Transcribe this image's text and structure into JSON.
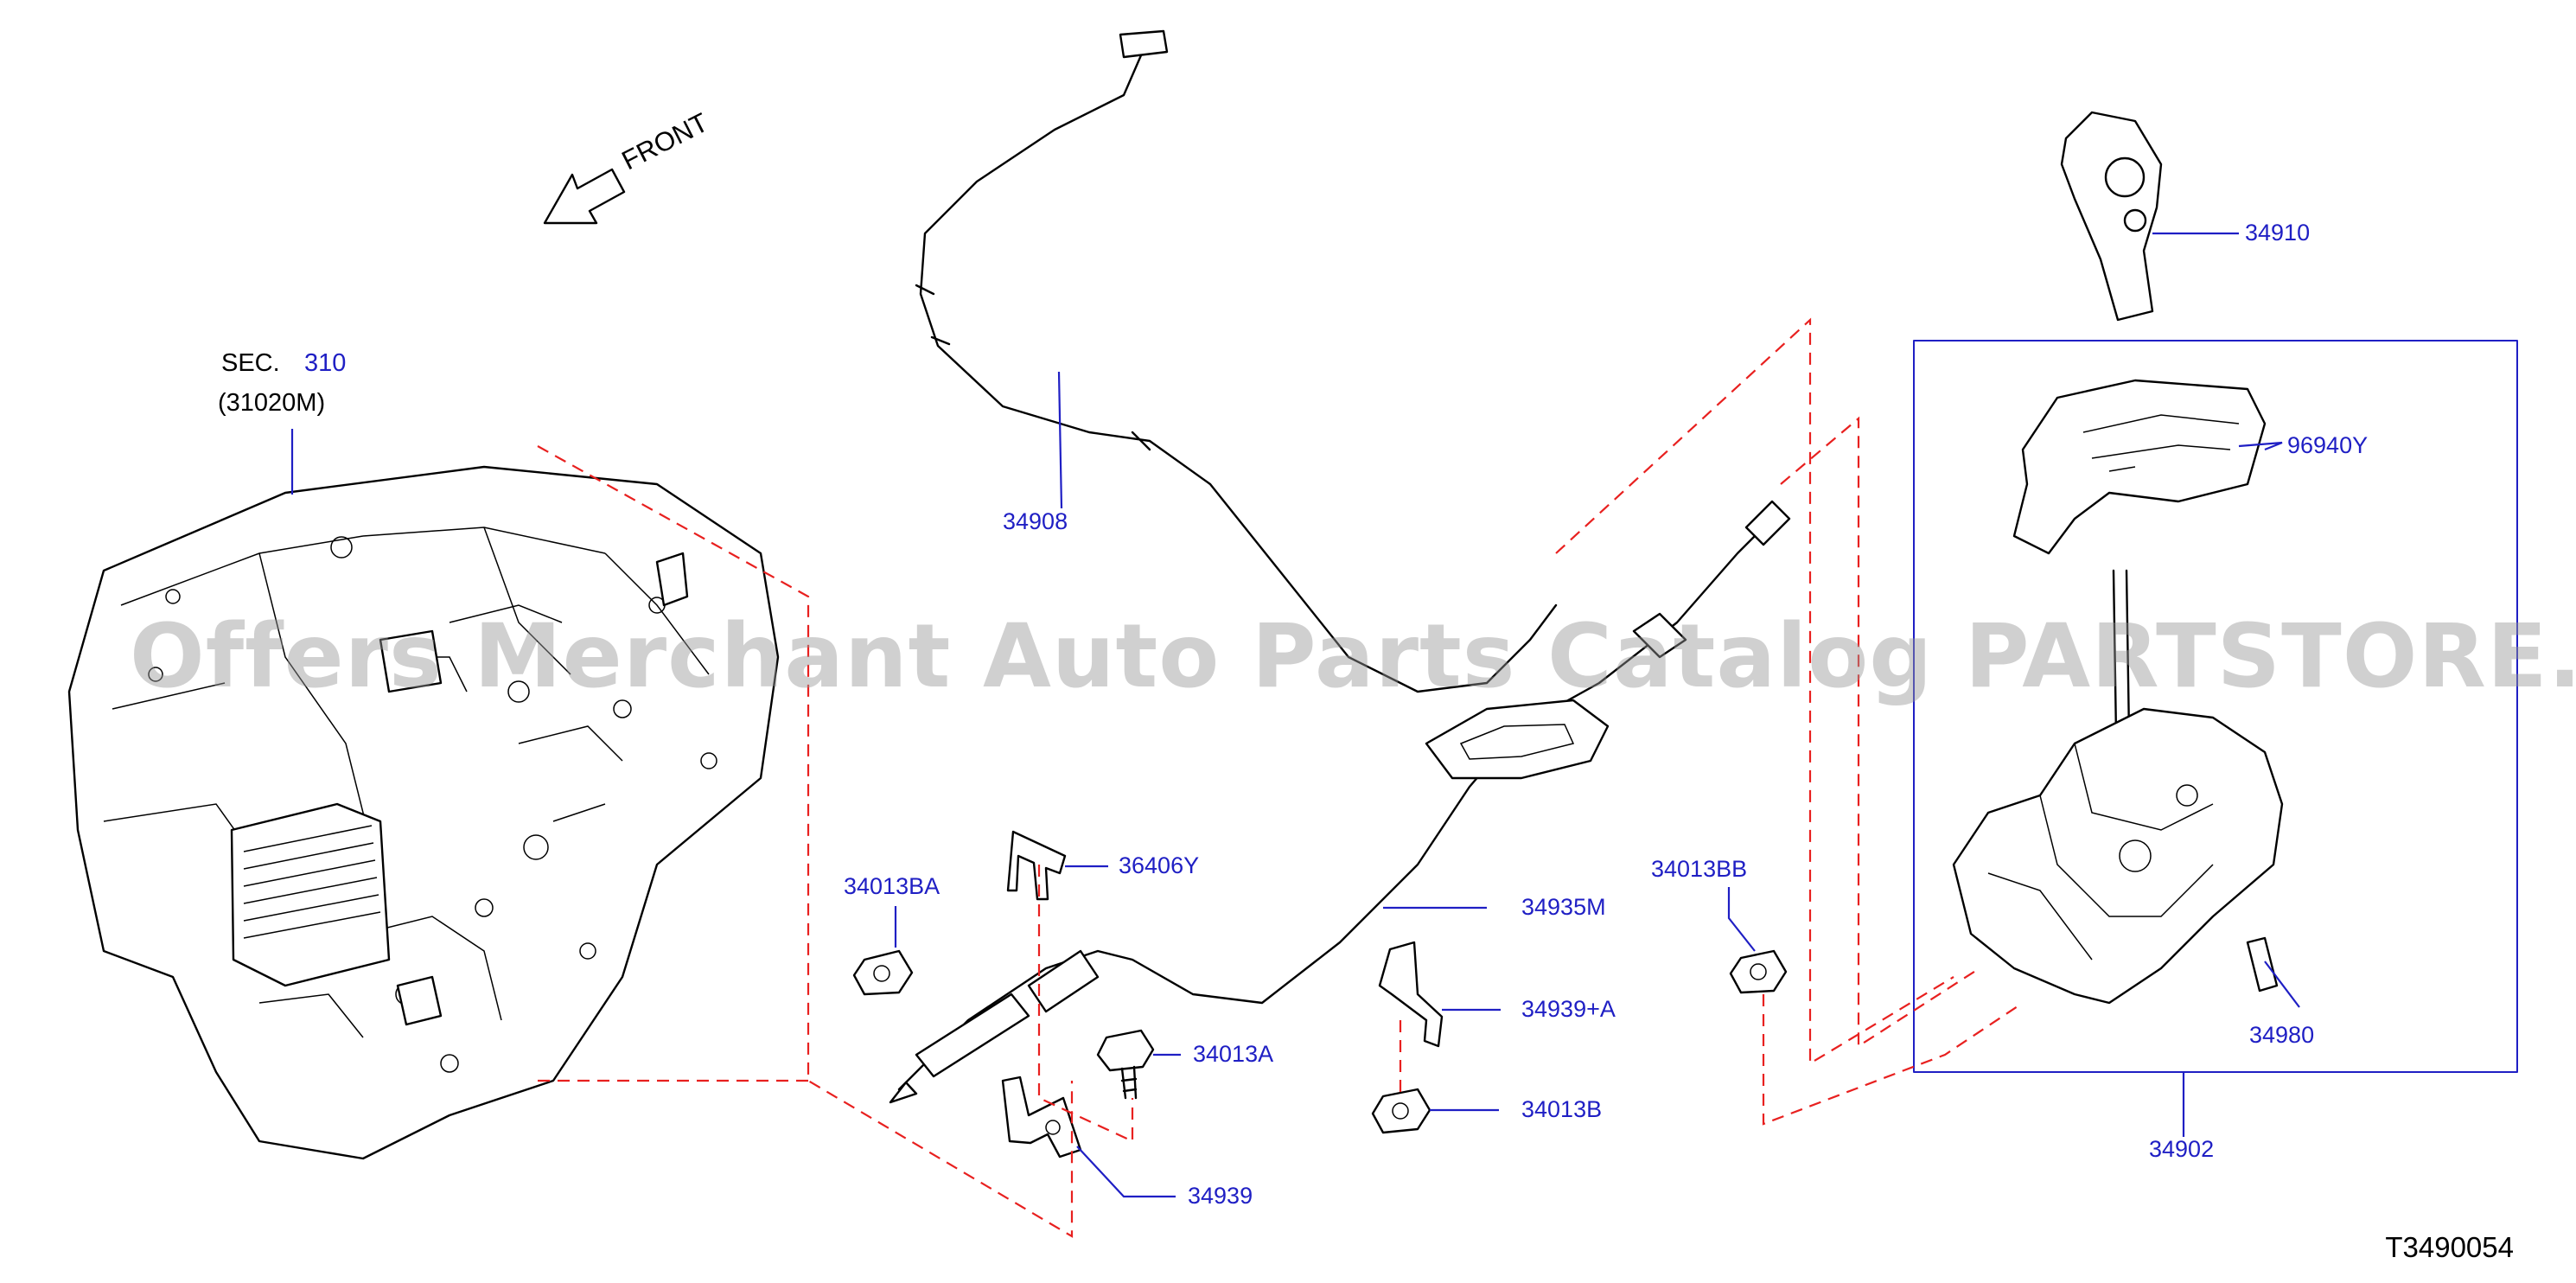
{
  "watermark": "Offers Merchant Auto Parts Catalog PARTSTORE.SA",
  "front_label": "FRONT",
  "section": {
    "prefix": "SEC.",
    "number": "310",
    "sub": "(31020M)"
  },
  "diagram_code": "T3490054",
  "colors": {
    "callout": "#1f1fc4",
    "dashed_guide": "#e8201f",
    "line_art": "#000000"
  },
  "parts": {
    "p34908": "34908",
    "p34910": "34910",
    "p96940Y": "96940Y",
    "p34902": "34902",
    "p34980": "34980",
    "p36406Y": "36406Y",
    "p34935M": "34935M",
    "p34013BA": "34013BA",
    "p34013BB": "34013BB",
    "p34013A": "34013A",
    "p34939A": "34939+A",
    "p34013B": "34013B",
    "p34939": "34939"
  }
}
